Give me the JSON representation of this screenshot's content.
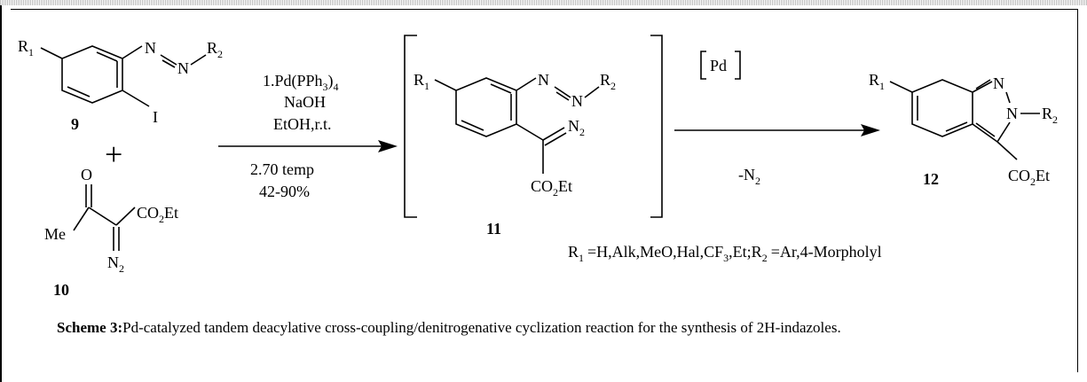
{
  "compounds": {
    "c9": {
      "label": "9",
      "r1": "R",
      "r1_sub": "1",
      "r2": "R",
      "r2_sub": "2",
      "n": "N",
      "iodo": "I"
    },
    "c10": {
      "label": "10",
      "me": "Me",
      "o": "O",
      "co2et": "CO",
      "co2et_sub": "2",
      "co2et_tail": "Et",
      "n2": "N",
      "n2_sub": "2"
    },
    "c11": {
      "label": "11",
      "r1": "R",
      "r1_sub": "1",
      "r2": "R",
      "r2_sub": "2",
      "n": "N",
      "n2": "N",
      "n2_sub": "2",
      "co2et": "CO",
      "co2et_sub": "2",
      "co2et_tail": "Et"
    },
    "c12": {
      "label": "12",
      "r1": "R",
      "r1_sub": "1",
      "r2": "R",
      "r2_sub": "2",
      "n": "N",
      "co2et": "CO",
      "co2et_sub": "2",
      "co2et_tail": "Et"
    }
  },
  "plus": "+",
  "step1": {
    "cond1_a": "1.Pd(PPh",
    "cond1_sub": "3",
    "cond1_b": ")",
    "cond1_sub2": "4",
    "cond2": "NaOH",
    "cond3": "EtOH,r.t.",
    "below1": "2.70 temp",
    "below2": "42-90%"
  },
  "step2": {
    "catalyst": "Pd",
    "byproduct": "-N",
    "byproduct_sub": "2"
  },
  "substituents": {
    "r1": "R",
    "r1_sub": "1",
    "r1_vals": "=H,Alk,MeO,Hal,CF",
    "cf3_sub": "3",
    "r1_tail": ",Et;R",
    "r2_sub": "2",
    "r2_vals": "=Ar,4-Morpholyl"
  },
  "caption": {
    "label": "Scheme 3:",
    "text": "Pd-catalyzed tandem deacylative cross-coupling/denitrogenative cyclization reaction for the synthesis of 2H-indazoles."
  }
}
